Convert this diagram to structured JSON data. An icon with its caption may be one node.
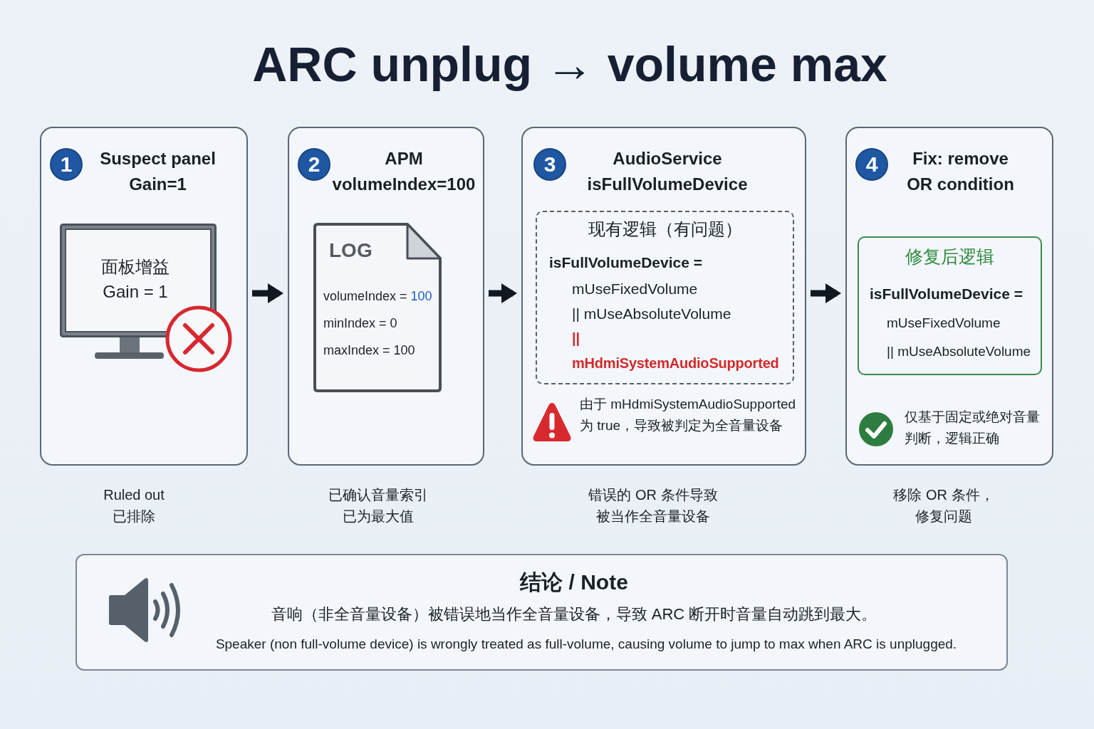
{
  "diagram": {
    "title": "ARC unplug → volume max",
    "nodes": [
      {
        "text": [
          "1",
          "Suspect panel Gain=1"
        ],
        "beside": [
          "Ruled out 已排除"
        ]
      },
      {
        "text": [
          "面板增益 Gain = 1"
        ],
        "in": 0
      },
      {
        "text": [
          "2",
          "APM volumeIndex=100"
        ],
        "beside": [
          "已确认音量索引已为最大值"
        ]
      },
      {
        "text": [
          "LOG",
          "volumeIndex = 100",
          "minIndex = 0",
          "maxIndex = 100"
        ],
        "in": 2
      },
      {
        "text": [
          "3",
          "AudioService isFullVolumeDevice",
          "由于 mHdmiSystemAudioSupported为 true，导致被判定为全音量设备"
        ],
        "beside": [
          "错误的 OR 条件导致被当作全音量设备"
        ]
      },
      {
        "text": [
          "现有逻辑（有问题）",
          "isFullVolumeDevice =",
          "mUseFixedVolume",
          "|| mUseAbsoluteVolume",
          "|| mHdmiSystemAudioSupported"
        ],
        "in": 4
      },
      {
        "text": [
          "4",
          "Fix: remove OR condition",
          "仅基于固定或绝对音量判断，逻辑正确"
        ],
        "beside": [
          "移除 OR 条件，修复问题"
        ]
      },
      {
        "text": [
          "修复后逻辑",
          "isFullVolumeDevice =",
          "mUseFixedVolume",
          "|| mUseAbsoluteVolume"
        ],
        "in": 6
      },
      {
        "text": [
          "结论 / Note",
          "音响（非全音量设备）被错误地当作全音量设备，导致 ARC 断开时音量自动跳到最大。",
          "Speaker (non full-volume device) is wrongly treated as full-volume, causing volume to jump to max when ARC is unplugged."
        ]
      }
    ],
    "edges": [
      {
        "from": 0,
        "to": 2,
        "arrow": "to"
      },
      {
        "from": 2,
        "to": 4,
        "arrow": "to"
      },
      {
        "from": 4,
        "to": 6,
        "arrow": "to"
      }
    ]
  }
}
